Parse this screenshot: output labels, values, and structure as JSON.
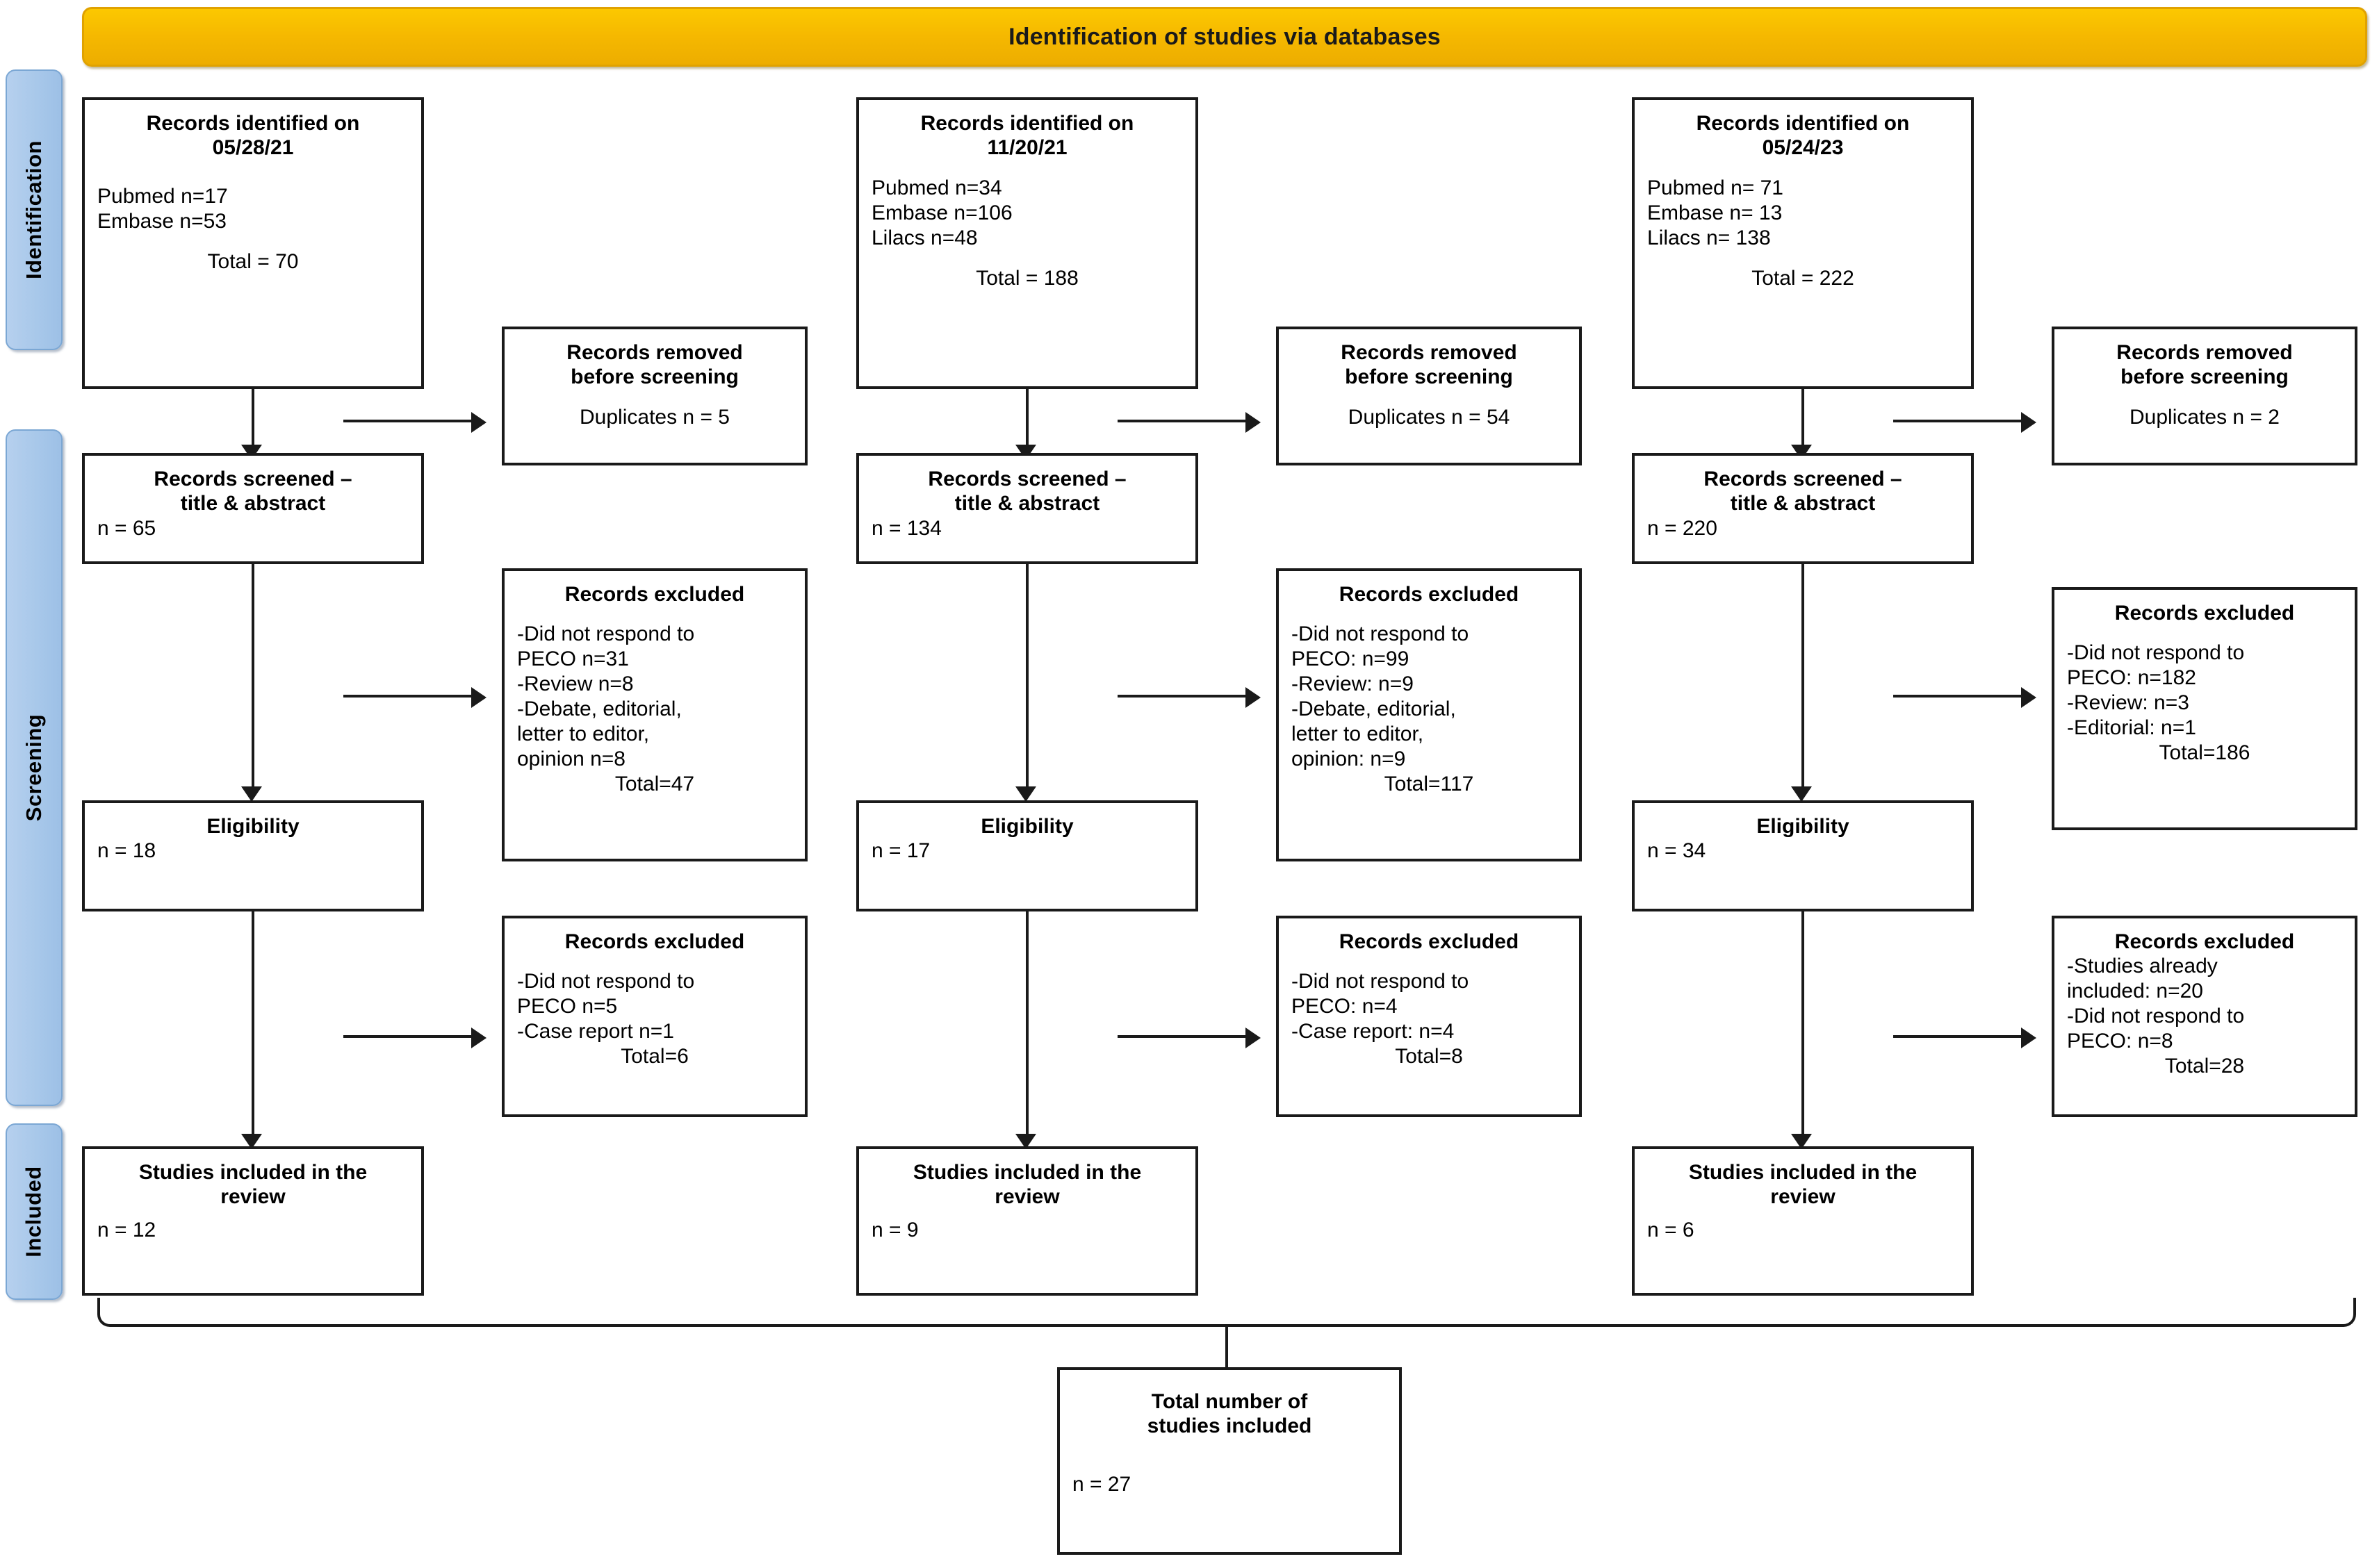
{
  "banner": {
    "title": "Identification of studies via databases"
  },
  "rails": [
    {
      "name": "identification",
      "label": "Identification"
    },
    {
      "name": "screening",
      "label": "Screening"
    },
    {
      "name": "included",
      "label": "Included"
    }
  ],
  "columns": [
    {
      "id": "col1",
      "identified": {
        "title": "Records identified on\n05/28/21",
        "sources": "Pubmed n=17\nEmbase n=53",
        "total": "Total = 70"
      },
      "removed": {
        "title": "Records removed\nbefore screening",
        "detail": "Duplicates n = 5"
      },
      "screened": {
        "title": "Records screened –\ntitle & abstract",
        "count": "n = 65"
      },
      "excluded_screening": {
        "title": "Records excluded",
        "reasons": "-Did not respond to\nPECO n=31\n-Review n=8\n-Debate, editorial,\nletter to editor,\nopinion n=8",
        "total": "Total=47"
      },
      "eligibility": {
        "title": "Eligibility",
        "count": "n = 18"
      },
      "excluded_eligibility": {
        "title": "Records excluded",
        "reasons": "-Did not respond to\nPECO n=5\n-Case report n=1",
        "total": "Total=6"
      },
      "included": {
        "title": "Studies included in the\nreview",
        "count": "n = 12"
      }
    },
    {
      "id": "col2",
      "identified": {
        "title": "Records identified on\n11/20/21",
        "sources": "Pubmed n=34\nEmbase n=106\nLilacs n=48",
        "total": "Total = 188"
      },
      "removed": {
        "title": "Records removed\nbefore screening",
        "detail": "Duplicates n = 54"
      },
      "screened": {
        "title": "Records screened –\ntitle & abstract",
        "count": "n = 134"
      },
      "excluded_screening": {
        "title": "Records excluded",
        "reasons": "-Did not respond to\nPECO: n=99\n-Review: n=9\n-Debate, editorial,\nletter to editor,\nopinion: n=9",
        "total": "Total=117"
      },
      "eligibility": {
        "title": "Eligibility",
        "count": "n = 17"
      },
      "excluded_eligibility": {
        "title": "Records excluded",
        "reasons": "-Did not respond to\nPECO: n=4\n-Case report: n=4",
        "total": "Total=8"
      },
      "included": {
        "title": "Studies included in the\nreview",
        "count": "n = 9"
      }
    },
    {
      "id": "col3",
      "identified": {
        "title": "Records identified on\n05/24/23",
        "sources": "Pubmed n= 71\nEmbase n= 13\nLilacs n= 138",
        "total": "Total = 222"
      },
      "removed": {
        "title": "Records removed\nbefore screening",
        "detail": "Duplicates n = 2"
      },
      "screened": {
        "title": "Records screened –\ntitle & abstract",
        "count": "n = 220"
      },
      "excluded_screening": {
        "title": "Records excluded",
        "reasons": "-Did not respond to\nPECO: n=182\n-Review: n=3\n-Editorial: n=1",
        "total": "Total=186"
      },
      "eligibility": {
        "title": "Eligibility",
        "count": "n = 34"
      },
      "excluded_eligibility": {
        "title": "Records excluded",
        "reasons": "-Studies already\nincluded: n=20\n-Did not respond to\nPECO: n=8",
        "total": "Total=28"
      },
      "included": {
        "title": "Studies included in the\nreview",
        "count": "n = 6"
      }
    }
  ],
  "final": {
    "title": "Total number of\nstudies included",
    "count": "n = 27"
  },
  "colors": {
    "banner_fill": "#fcc800",
    "rail_fill": "#a8c8ea",
    "box_border": "#1a1a1a",
    "text": "#000000"
  }
}
